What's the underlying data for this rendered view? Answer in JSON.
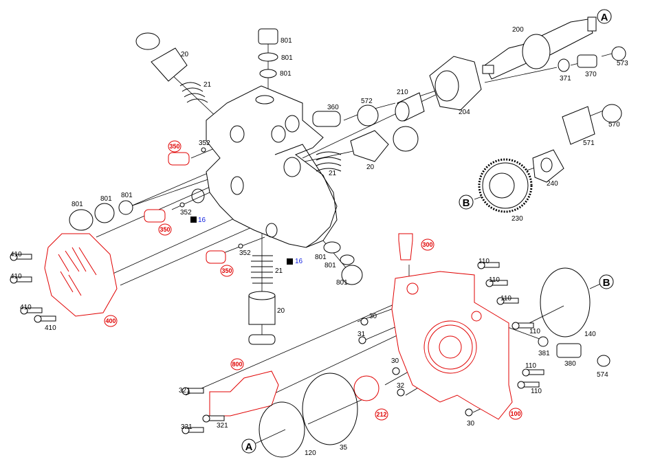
{
  "diagram": {
    "title": "High pressure pump exploded parts view",
    "colors": {
      "highlight": "#e00000",
      "line": "#000000",
      "blue_label": "#1020e0"
    },
    "reference_markers": [
      "A",
      "B",
      "B",
      "A"
    ],
    "parts": [
      "200",
      "801",
      "801",
      "801",
      "20",
      "21",
      "573",
      "370",
      "371",
      "572",
      "210",
      "204",
      "360",
      "352",
      "570",
      "571",
      "21",
      "20",
      "240",
      "230",
      "801",
      "801",
      "801",
      "352",
      "16",
      "410",
      "410",
      "410",
      "410",
      "352",
      "21",
      "20",
      "16",
      "801",
      "801",
      "801",
      "110",
      "110",
      "110",
      "110",
      "110",
      "110",
      "140",
      "381",
      "380",
      "574",
      "30",
      "31",
      "30",
      "32",
      "30",
      "321",
      "321",
      "321",
      "120",
      "35"
    ],
    "highlighted_parts": [
      "350",
      "350",
      "400",
      "350",
      "300",
      "800",
      "212",
      "100"
    ]
  }
}
